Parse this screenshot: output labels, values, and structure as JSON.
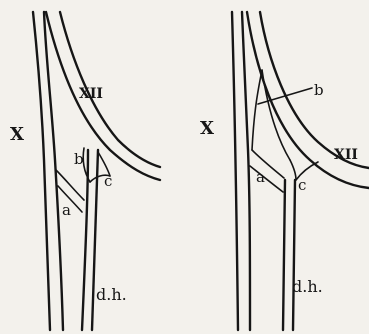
{
  "figure": {
    "left_panel": {
      "labels": {
        "nerve_x": "X",
        "nerve_xii": "XII",
        "branch_a": "a",
        "branch_b": "b",
        "branch_c": "c",
        "duct": "d.h."
      }
    },
    "right_panel": {
      "labels": {
        "nerve_x": "X",
        "nerve_xii": "XII",
        "branch_a": "a",
        "branch_b": "b",
        "branch_c": "c",
        "duct": "d.h."
      }
    }
  }
}
